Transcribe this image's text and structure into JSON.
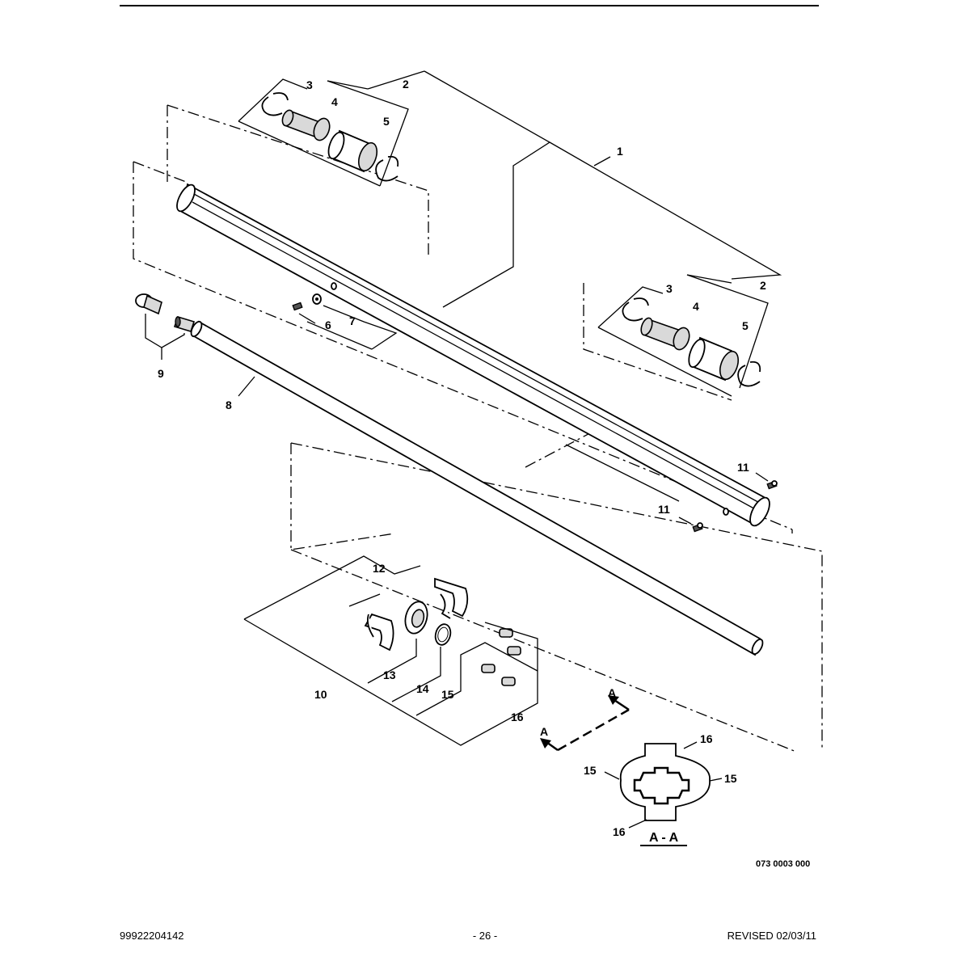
{
  "page": {
    "doc_number": "99922204142",
    "page_label": "- 26 -",
    "revision": "REVISED 02/03/11",
    "figure_id": "073 0003 000"
  },
  "callouts": {
    "c1": "1",
    "c2a": "2",
    "c3a": "3",
    "c4a": "4",
    "c5a": "5",
    "c2b": "2",
    "c3b": "3",
    "c4b": "4",
    "c5b": "5",
    "c6": "6",
    "c7": "7",
    "c8": "8",
    "c9": "9",
    "c10": "10",
    "c11a": "11",
    "c11b": "11",
    "c12": "12",
    "c13": "13",
    "c14": "14",
    "c15": "15",
    "c16": "16"
  },
  "section_view": {
    "label": "A - A",
    "arrow_a1": "A",
    "arrow_a2": "A",
    "c15_left": "15",
    "c15_right": "15",
    "c16_top": "16",
    "c16_bottom": "16"
  }
}
